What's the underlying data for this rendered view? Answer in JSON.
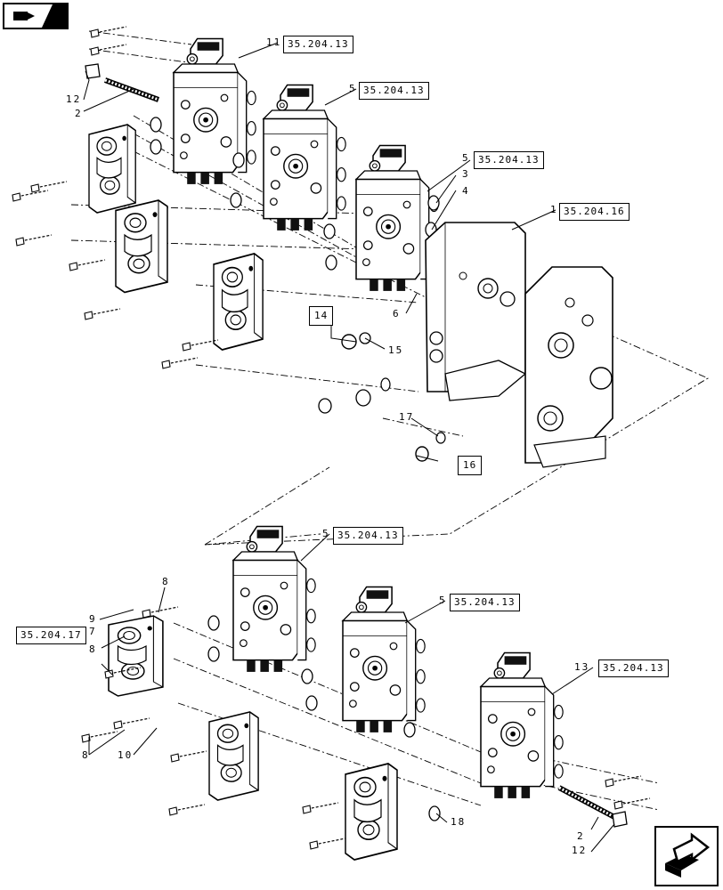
{
  "refs": {
    "r11": "35.204.13",
    "r5a": "35.204.13",
    "r5b": "35.204.13",
    "r1": "35.204.16",
    "r5c": "35.204.13",
    "r5d": "35.204.13",
    "r17": "35.204.17",
    "r13": "35.204.13"
  },
  "boxed_callouts": {
    "c14": "14",
    "c16": "16"
  },
  "callouts": {
    "n11": "11",
    "n5a": "5",
    "n5b": "5",
    "n3": "3",
    "n4": "4",
    "n1": "1",
    "n12a": "12",
    "n2a": "2",
    "n6": "6",
    "n15": "15",
    "n17": "17",
    "n5c": "5",
    "n5d": "5",
    "n8a": "8",
    "n9": "9",
    "n7": "7",
    "n8b": "8",
    "n8c": "8",
    "n10": "10",
    "n13": "13",
    "n18": "18",
    "n2b": "2",
    "n12b": "12"
  },
  "icons": {
    "top_left": "book-arrow-icon",
    "bottom_right": "next-page-arrow-icon"
  }
}
